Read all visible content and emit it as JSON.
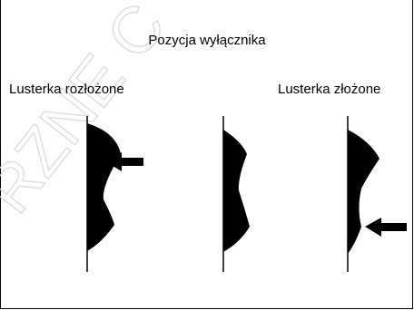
{
  "title": "Pozycja wyłącznika",
  "labels": {
    "unfolded": "Lusterka rozłożone",
    "folded": "Lusterka złożone"
  },
  "watermark": "RZNE C",
  "positions": [
    {
      "name": "unfolded",
      "arrow": "top"
    },
    {
      "name": "neutral",
      "arrow": "none"
    },
    {
      "name": "folded",
      "arrow": "bottom"
    }
  ],
  "colors": {
    "ink": "#000000",
    "watermark": "#d9d9d9",
    "background": "#ffffff"
  }
}
